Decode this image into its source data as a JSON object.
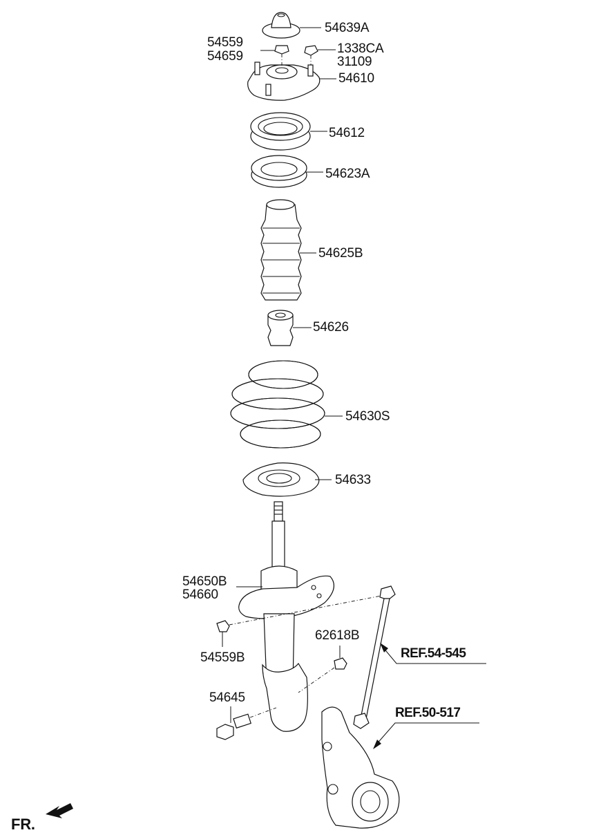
{
  "diagram": {
    "labels": {
      "p54639A": "54639A",
      "p54559": "54559",
      "p54659": "54659",
      "p1338CA": "1338CA",
      "p31109": "31109",
      "p54610": "54610",
      "p54612": "54612",
      "p54623A": "54623A",
      "p54625B": "54625B",
      "p54626": "54626",
      "p54630S": "54630S",
      "p54633": "54633",
      "p54650B": "54650B",
      "p54660": "54660",
      "p62618B": "62618B",
      "p54559B": "54559B",
      "p54645": "54645",
      "ref_54_545": "REF.54-545",
      "ref_50_517": "REF.50-517",
      "front": "FR."
    },
    "icons": {
      "front_arrow": "front-arrow-icon"
    },
    "colors": {
      "line": "#111111",
      "background": "#ffffff"
    }
  }
}
